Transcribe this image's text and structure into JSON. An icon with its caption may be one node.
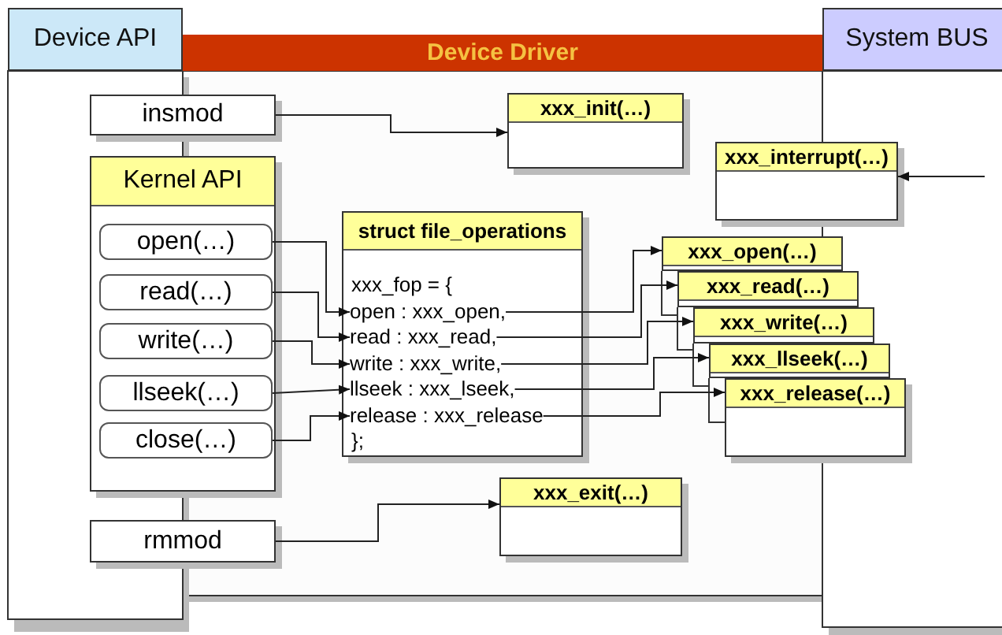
{
  "diagram": {
    "nodes": [
      {
        "text": [
          "Device API"
        ]
      },
      {
        "text": [
          "Device Driver"
        ]
      },
      {
        "text": [
          "System BUS"
        ]
      },
      {
        "text": [
          "insmod"
        ]
      },
      {
        "text": [
          "Kernel API"
        ]
      },
      {
        "text": [
          "open(…)"
        ],
        "in": 4
      },
      {
        "text": [
          "read(…)"
        ],
        "in": 4
      },
      {
        "text": [
          "write(…)"
        ],
        "in": 4
      },
      {
        "text": [
          "llseek(…)"
        ],
        "in": 4
      },
      {
        "text": [
          "close(…)"
        ],
        "in": 4
      },
      {
        "text": [
          "rmmod"
        ]
      },
      {
        "text": [
          "xxx_init(…)"
        ]
      },
      {
        "text": [
          "xxx_interrupt(…)"
        ]
      },
      {
        "text": [
          "struct file_operations",
          "xxx_fop = {",
          "};"
        ]
      },
      {
        "text": [
          "open : xxx_open,"
        ],
        "in": 13
      },
      {
        "text": [
          "read : xxx_read,"
        ],
        "in": 13
      },
      {
        "text": [
          "write : xxx_write,"
        ],
        "in": 13
      },
      {
        "text": [
          "llseek : xxx_lseek,"
        ],
        "in": 13
      },
      {
        "text": [
          "release : xxx_release"
        ],
        "in": 13
      },
      {
        "text": [
          "xxx_open(…)"
        ]
      },
      {
        "text": [
          "xxx_read(…)"
        ]
      },
      {
        "text": [
          "xxx_write(…)"
        ]
      },
      {
        "text": [
          "xxx_llseek(…)"
        ]
      },
      {
        "text": [
          "xxx_release(…)"
        ]
      },
      {
        "text": [
          "xxx_exit(…)"
        ]
      }
    ],
    "edges": [
      {
        "from": 3,
        "to": 11,
        "arrow": "to"
      },
      {
        "from": 5,
        "to": 14,
        "arrow": "to"
      },
      {
        "from": 6,
        "to": 15,
        "arrow": "to"
      },
      {
        "from": 7,
        "to": 16,
        "arrow": "to"
      },
      {
        "from": 8,
        "to": 17,
        "arrow": "to"
      },
      {
        "from": 9,
        "to": 18,
        "arrow": "to"
      },
      {
        "from": 14,
        "to": 19,
        "arrow": "to"
      },
      {
        "from": 15,
        "to": 20,
        "arrow": "to"
      },
      {
        "from": 16,
        "to": 21,
        "arrow": "to"
      },
      {
        "from": 17,
        "to": 22,
        "arrow": "to"
      },
      {
        "from": 18,
        "to": 23,
        "arrow": "to"
      },
      {
        "from": null,
        "to": 12,
        "arrow": "to"
      },
      {
        "from": 10,
        "to": 24,
        "arrow": "to"
      }
    ]
  }
}
